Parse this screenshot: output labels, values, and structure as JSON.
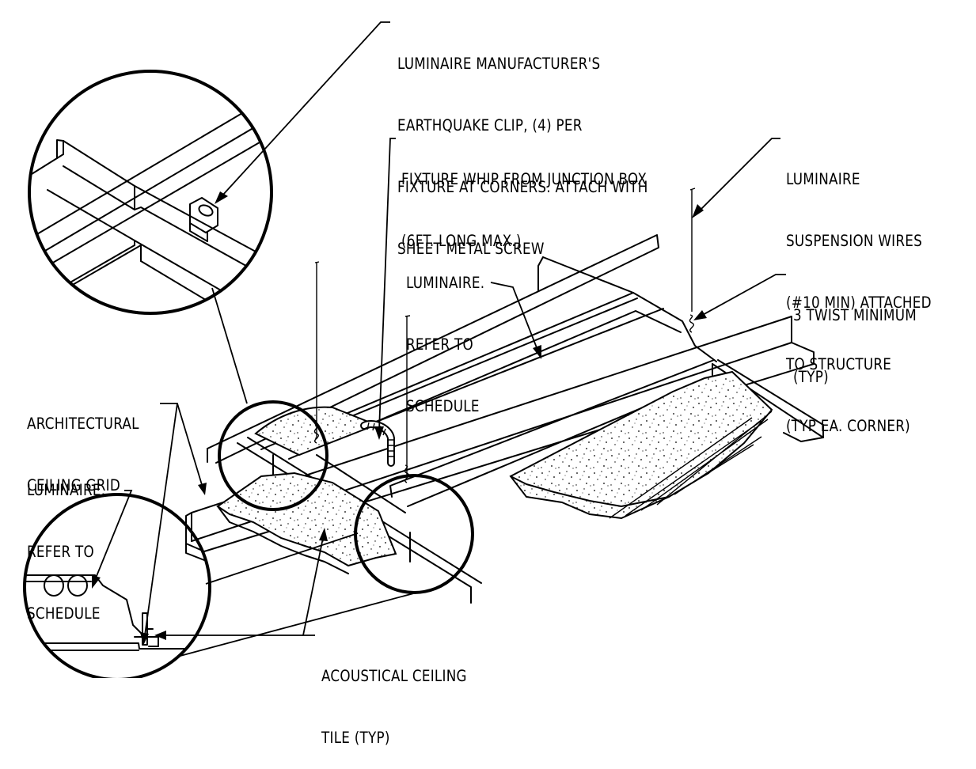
{
  "labels": {
    "earthquake_clip": [
      "LUMINAIRE MANUFACTURER'S",
      "EARTHQUAKE CLIP, (4) PER",
      "FIXTURE AT CORNERS. ATTACH WITH",
      "SHEET METAL SCREW"
    ],
    "fixture_whip": [
      "FIXTURE WHIP FROM JUNCTION BOX",
      "(6FT. LONG MAX.)"
    ],
    "suspension_wires": [
      "LUMINAIRE",
      "SUSPENSION WIRES",
      "(#10 MIN) ATTACHED",
      "TO STRUCTURE",
      "(TYP EA. CORNER)"
    ],
    "luminaire_center": [
      "LUMINAIRE.",
      "REFER TO",
      "SCHEDULE"
    ],
    "twist": [
      "3 TWIST MINIMUM",
      "(TYP)"
    ],
    "ceiling_grid": [
      "ARCHITECTURAL",
      "CEILING GRID"
    ],
    "luminaire_left": [
      "LUMINAIRE.",
      "REFER TO",
      "SCHEDULE"
    ],
    "acoustical_tile": [
      "ACOUSTICAL CEILING",
      "TILE (TYP)"
    ]
  }
}
